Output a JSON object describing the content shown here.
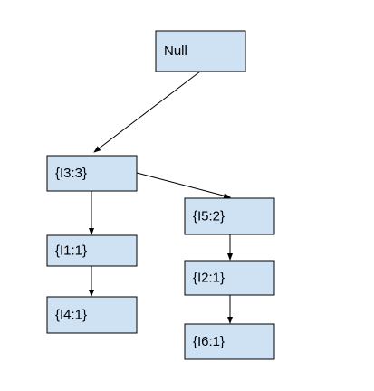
{
  "diagram": {
    "style": {
      "node_fill": "#cfe2f3",
      "node_stroke": "#000000",
      "edge_color": "#000000",
      "background": "#ffffff"
    },
    "nodes": [
      {
        "id": "null",
        "label": "Null"
      },
      {
        "id": "i3",
        "label": "{I3:3}"
      },
      {
        "id": "i1",
        "label": "{I1:1}"
      },
      {
        "id": "i4",
        "label": "{I4:1}"
      },
      {
        "id": "i5",
        "label": "{I5:2}"
      },
      {
        "id": "i2",
        "label": "{I2:1}"
      },
      {
        "id": "i6",
        "label": "{I6:1}"
      }
    ],
    "edges": [
      {
        "from": "null",
        "to": "i3"
      },
      {
        "from": "i3",
        "to": "i1"
      },
      {
        "from": "i1",
        "to": "i4"
      },
      {
        "from": "i3",
        "to": "i5"
      },
      {
        "from": "i5",
        "to": "i2"
      },
      {
        "from": "i2",
        "to": "i6"
      }
    ]
  }
}
